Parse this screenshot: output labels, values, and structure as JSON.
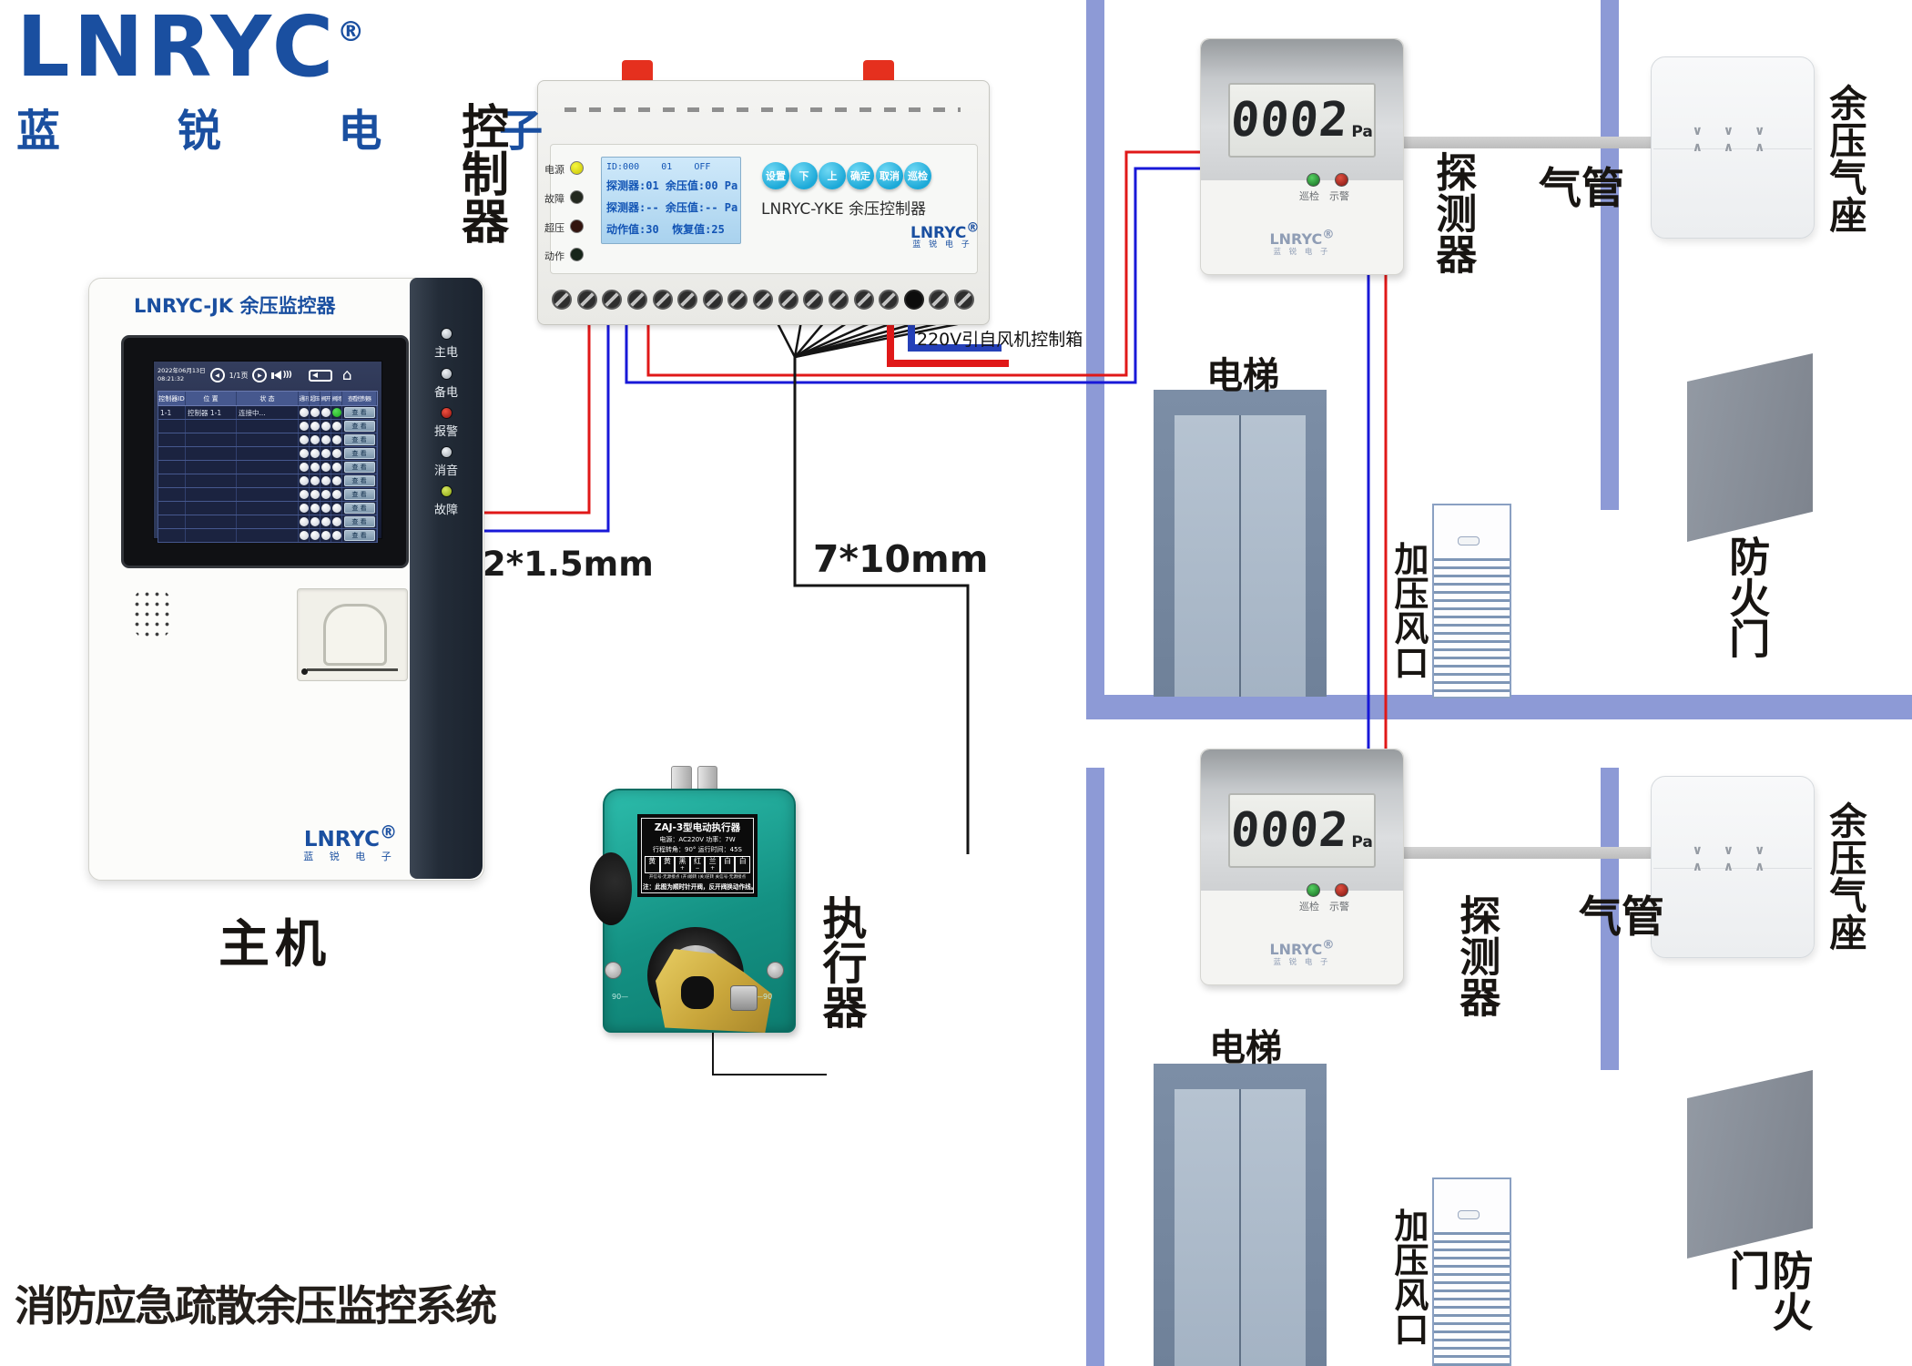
{
  "brand": {
    "name": "LNRYC",
    "reg": "®",
    "cn": "蓝 锐 电 子"
  },
  "page_title": "消防应急疏散余压监控系统",
  "callouts": {
    "controller": "控制器",
    "host": "主机",
    "actuator": "执行器",
    "wire_host": "2*1.5mm",
    "wire_actuator": "7*10mm",
    "power": "220V引自风机控制箱"
  },
  "floor_labels": {
    "detector": "探测器",
    "air_pipe": "气管",
    "pressure_seat": "余压气座",
    "elevator": "电梯",
    "pressure_vent": "加压风口",
    "fire_door": "防火门"
  },
  "host": {
    "model": "LNRYC-JK 余压监控器",
    "leds": [
      "主电",
      "备电",
      "报警",
      "消音",
      "故障"
    ],
    "screen": {
      "date": "2022年06月13日",
      "time": "08:21:32",
      "page": "1/1页",
      "headers": {
        "id": "控制器ID",
        "location": "位 置",
        "status": "状 态",
        "cols": [
          "通讯",
          "超压",
          "阀开",
          "阀闭"
        ],
        "view": "查看控制器"
      },
      "row1": {
        "id": "1-1",
        "location": "控制器 1-1",
        "status": "连接中..."
      },
      "view_btn": "查 看"
    }
  },
  "controller": {
    "model": "LNRYC-YKE 余压控制器",
    "leds": [
      "电源",
      "故障",
      "超压",
      "动作"
    ],
    "lcd": {
      "line1": "ID:000    01    OFF",
      "line2": "探测器:01 余压值:00 Pa",
      "line3": "探测器:-- 余压值:-- Pa",
      "line4": "动作值:30  恢复值:25"
    },
    "buttons": [
      "设置",
      "下",
      "上",
      "确定",
      "取消",
      "巡检"
    ]
  },
  "detector": {
    "reading": "0002",
    "unit": "Pa",
    "led_labels": [
      "巡检",
      "示警"
    ]
  },
  "actuator": {
    "title": "ZAJ-3型电动执行器",
    "line1": "电源：AC220V  功率：7W",
    "line2": "行程转角：90°  运行时间：45S",
    "wires": [
      "黄",
      "黄",
      "黑",
      "红",
      "兰",
      "白",
      "白"
    ],
    "wire_marks": [
      "",
      "",
      "+",
      "−",
      "+",
      "",
      ""
    ],
    "terminals_note": "开信号·无源接点  (开)顺转  (关)逆转  关信号·无源接点",
    "note": "注：此图为顺时针开阀，反开阀换动作线。",
    "angle_left": "90—",
    "angle_right": "—90"
  },
  "colors": {
    "brand_blue": "#1a4fa0",
    "wall": "#8d9ad6",
    "wire_red": "#e01818",
    "wire_blue": "#1818d8",
    "wire_black": "#151515",
    "power_blue": "#2540b8",
    "actuator_green": "#149183",
    "lcd_blue": "#aed4ee",
    "button_cyan": "#2cb8e0",
    "led_yellow": "#e8e410",
    "led_green": "#36b838",
    "led_red": "#c02818"
  }
}
